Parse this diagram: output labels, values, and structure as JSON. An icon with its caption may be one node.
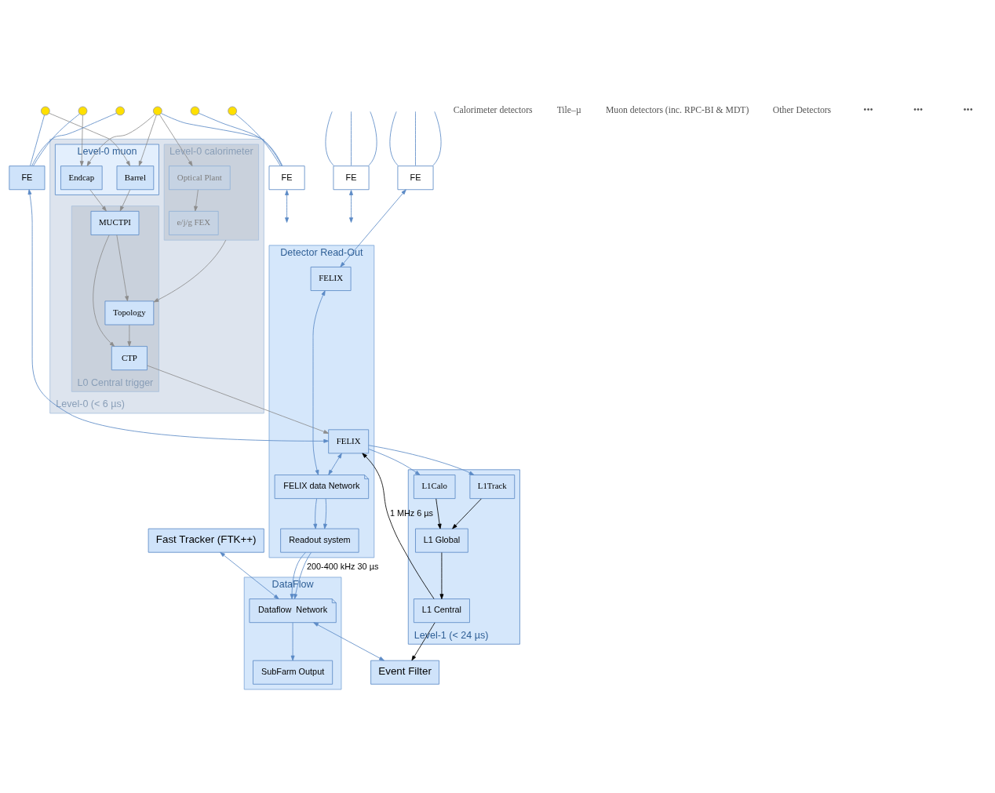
{
  "diagram": {
    "nodes": [
      {
        "text": [
          "Level-0 (< 6 µs)"
        ]
      },
      {
        "text": [
          "Level-0 calorimeter"
        ],
        "in": 0
      },
      {
        "text": [
          "Optical Plant"
        ],
        "in": 1
      },
      {
        "text": [
          "e/j/g FEX"
        ],
        "in": 1
      },
      {
        "text": [
          "Level-0 muon"
        ],
        "in": 0
      },
      {
        "text": [
          "Endcap"
        ],
        "in": 4
      },
      {
        "text": [
          "Barrel"
        ],
        "in": 4
      },
      {
        "text": [
          "L0 Central trigger"
        ],
        "in": 0
      },
      {
        "text": [
          "MUCTPI"
        ],
        "in": 7
      },
      {
        "text": [
          "Topology"
        ],
        "in": 7
      },
      {
        "text": [
          "CTP"
        ],
        "in": 7
      },
      {
        "text": [],
        "shape": "circle"
      },
      {
        "text": [],
        "shape": "circle"
      },
      {
        "text": [],
        "shape": "circle"
      },
      {
        "text": [],
        "shape": "circle"
      },
      {
        "text": [],
        "shape": "circle"
      },
      {
        "text": [],
        "shape": "circle"
      },
      {
        "text": [
          "FE"
        ]
      },
      {
        "text": [
          "FE"
        ]
      },
      {
        "text": [
          "FE"
        ]
      },
      {
        "text": [
          "FE"
        ]
      },
      {
        "text": [
          "Detector Read-Out"
        ]
      },
      {
        "text": [
          "FELIX"
        ],
        "in": 21
      },
      {
        "text": [
          "FELIX"
        ],
        "in": 21
      },
      {
        "text": [
          "FELIX data Network"
        ],
        "in": 21
      },
      {
        "text": [
          "Readout system"
        ],
        "in": 21
      },
      {
        "text": [
          "Level-1 (< 24 µs)"
        ]
      },
      {
        "text": [
          "L1Calo"
        ],
        "in": 26
      },
      {
        "text": [
          "L1Track"
        ],
        "in": 26
      },
      {
        "text": [
          "L1 Global"
        ],
        "in": 26
      },
      {
        "text": [
          "L1 Central"
        ],
        "in": 26
      },
      {
        "text": [
          "DataFlow"
        ]
      },
      {
        "text": [
          "Fast Tracker (FTK++)"
        ]
      },
      {
        "text": [
          "Dataflow  Network"
        ],
        "in": 31
      },
      {
        "text": [
          "SubFarm Output"
        ],
        "in": 31
      },
      {
        "text": [
          "Event Filter"
        ]
      }
    ],
    "edges": [
      {
        "from": 14,
        "to": 2,
        "arrow": "to",
        "color": "#8c8c8c"
      },
      {
        "from": 14,
        "to": 5,
        "arrow": "to",
        "color": "#8c8c8c"
      },
      {
        "from": 14,
        "to": 6,
        "arrow": "to",
        "color": "#8c8c8c"
      },
      {
        "from": 12,
        "to": 5,
        "arrow": "to",
        "color": "#8c8c8c"
      },
      {
        "from": 11,
        "to": 6,
        "arrow": "to",
        "color": "#8c8c8c"
      },
      {
        "from": 2,
        "to": 3,
        "arrow": "to",
        "color": "#8c8c8c"
      },
      {
        "from": 1,
        "to": 9,
        "arrow": "to",
        "color": "#8c8c8c"
      },
      {
        "from": 5,
        "to": 8,
        "arrow": "to",
        "color": "#8c8c8c"
      },
      {
        "from": 6,
        "to": 8,
        "arrow": "to",
        "color": "#8c8c8c"
      },
      {
        "from": 8,
        "to": 9,
        "arrow": "to",
        "color": "#8c8c8c"
      },
      {
        "from": 8,
        "to": 10,
        "arrow": "to",
        "color": "#8c8c8c"
      },
      {
        "from": 9,
        "to": 10,
        "arrow": "to",
        "color": "#8c8c8c"
      },
      {
        "from": 10,
        "to": 22,
        "arrow": "to",
        "color": "#8c8c8c"
      },
      {
        "from": 11,
        "to": 17,
        "arrow": "none"
      },
      {
        "from": 12,
        "to": 17,
        "arrow": "none"
      },
      {
        "from": 13,
        "to": 17,
        "arrow": "none"
      },
      {
        "from": 14,
        "to": 18,
        "arrow": "none"
      },
      {
        "from": 15,
        "to": 18,
        "arrow": "none"
      },
      {
        "from": 16,
        "to": 18,
        "arrow": "none"
      },
      {
        "from": null,
        "to": 19,
        "arrow": "none"
      },
      {
        "from": null,
        "to": 19,
        "arrow": "none"
      },
      {
        "from": null,
        "to": 19,
        "arrow": "none"
      },
      {
        "from": null,
        "to": 20,
        "arrow": "none"
      },
      {
        "from": null,
        "to": 20,
        "arrow": "none"
      },
      {
        "from": null,
        "to": 20,
        "arrow": "none"
      },
      {
        "from": 17,
        "to": 22,
        "arrow": "both"
      },
      {
        "from": 18,
        "to": null,
        "arrow": "both"
      },
      {
        "from": 19,
        "to": null,
        "arrow": "both"
      },
      {
        "from": 20,
        "to": 23,
        "arrow": "both"
      },
      {
        "from": 22,
        "to": 24,
        "arrow": "both"
      },
      {
        "from": 23,
        "to": 24,
        "arrow": "both"
      },
      {
        "from": 24,
        "to": 25,
        "arrow": "to"
      },
      {
        "from": 24,
        "to": 25,
        "arrow": "to"
      },
      {
        "from": 22,
        "to": 27,
        "arrow": "to"
      },
      {
        "from": 22,
        "to": 28,
        "arrow": "to"
      },
      {
        "from": 27,
        "to": 29,
        "arrow": "to",
        "color": "#000000"
      },
      {
        "from": 28,
        "to": 29,
        "arrow": "to",
        "color": "#000000"
      },
      {
        "from": 29,
        "to": 30,
        "arrow": "to",
        "color": "#000000"
      },
      {
        "from": 30,
        "to": 22,
        "arrow": "to",
        "color": "#000000",
        "label": "1 MHz 6 µs"
      },
      {
        "from": 30,
        "to": 35,
        "arrow": "to",
        "color": "#000000"
      },
      {
        "from": 25,
        "to": 33,
        "arrow": "to",
        "label": "200-400 kHz 30 µs"
      },
      {
        "from": 25,
        "to": 33,
        "arrow": "to"
      },
      {
        "from": 32,
        "to": 33,
        "arrow": "both"
      },
      {
        "from": 33,
        "to": 35,
        "arrow": "both"
      },
      {
        "from": 33,
        "to": 34,
        "arrow": "to"
      }
    ],
    "labels": [
      "Calorimeter detectors",
      "Tile–µ",
      "Muon detectors (inc. RPC-BI & MDT)",
      "Other Detectors",
      "•••",
      "•••",
      "•••"
    ]
  }
}
